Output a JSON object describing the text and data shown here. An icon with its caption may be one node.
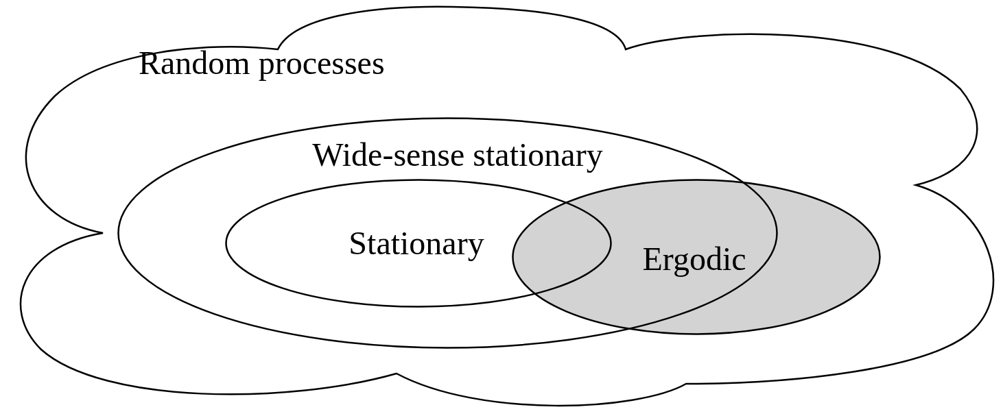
{
  "diagram": {
    "nodes": [
      {
        "text": [
          "Random processes"
        ]
      },
      {
        "text": [
          "Wide-sense stationary"
        ],
        "in": 0
      },
      {
        "text": [
          "Stationary"
        ],
        "in": 1
      },
      {
        "text": [
          "Ergodic"
        ],
        "in": 0
      }
    ]
  }
}
